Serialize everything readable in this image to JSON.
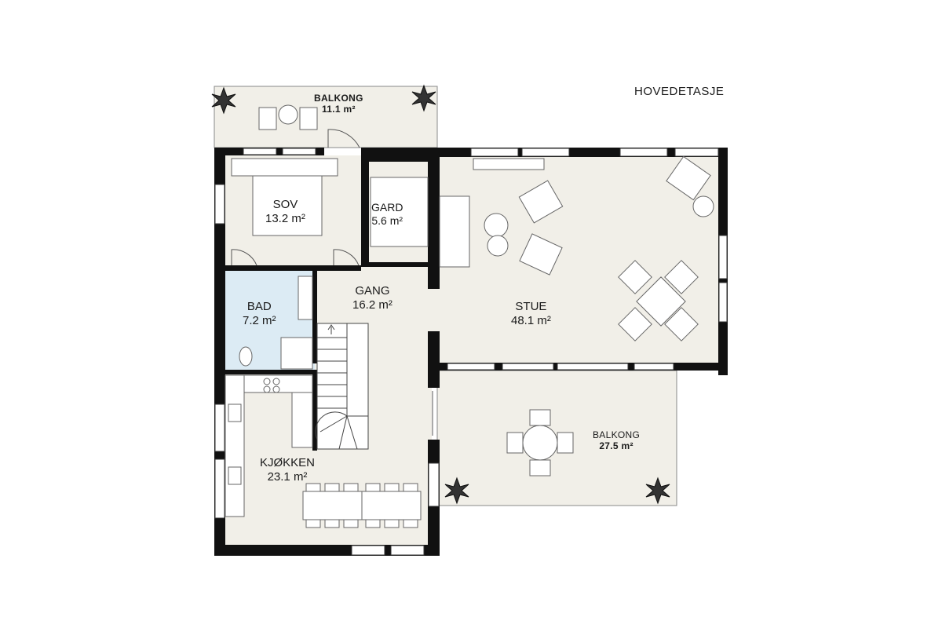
{
  "plan": {
    "title": "HOVEDETASJE",
    "colors": {
      "floor": "#f1efe8",
      "bath": "#dcebf4",
      "wall": "#111111",
      "furniture": "#ffffff",
      "line": "#777777"
    },
    "rooms": {
      "balkong_top": {
        "name": "BALKONG",
        "area": "11.1 m²"
      },
      "sov": {
        "name": "SOV",
        "area": "13.2 m²"
      },
      "gard": {
        "name": "GARD",
        "area": "5.6 m²"
      },
      "gang": {
        "name": "GANG",
        "area": "16.2 m²"
      },
      "bad": {
        "name": "BAD",
        "area": "7.2 m²"
      },
      "stue": {
        "name": "STUE",
        "area": "48.1 m²"
      },
      "kjokken": {
        "name": "KJØKKEN",
        "area": "23.1 m²"
      },
      "balkong_right": {
        "name": "BALKONG",
        "area": "27.5 m²"
      }
    }
  }
}
